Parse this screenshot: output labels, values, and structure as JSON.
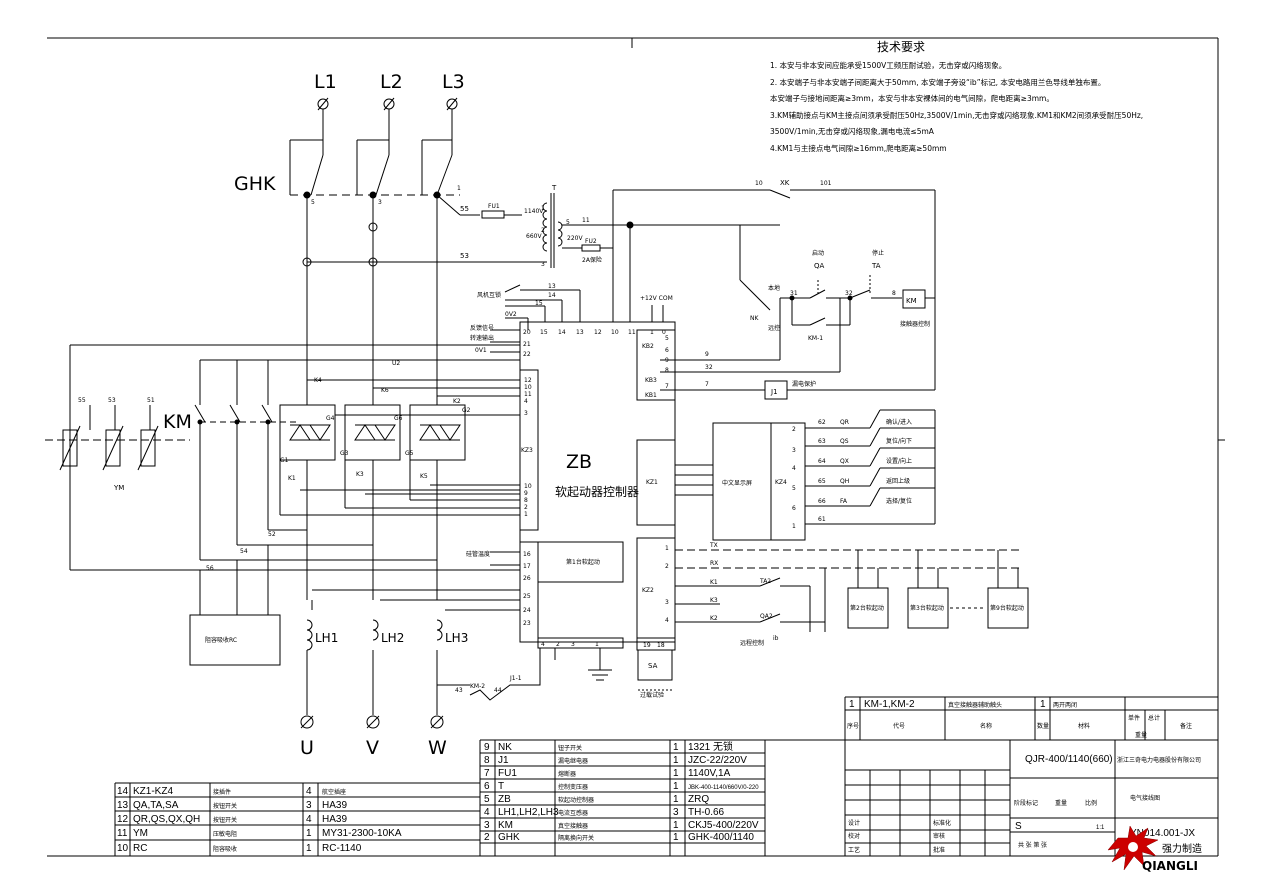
{
  "requirements": {
    "title": "技术要求",
    "lines": [
      "1. 本安与非本安间应能承受1500V工频压耐试验，无击穿或闪络现象。",
      "2. 本安端子与非本安端子间距离大于50mm, 本安端子旁设“ib”标记, 本安电路用兰色导线单独布置。",
      "本安端子与接地间距离≥3mm，本安与非本安裸体间的电气间隙，爬电距离≥3mm。",
      "3.KM辅助接点与KM主接点间须承受耐压50Hz,3500V/1min,无击穿或闪络现象.KM1和KM2间须承受耐压50Hz,",
      "3500V/1min,无击穿或闪络现象,漏电电流≤5mA",
      "4.KM1与主接点电气间隙≥16mm,爬电距离≥50mm"
    ]
  },
  "power": {
    "l1": "L1",
    "l2": "L2",
    "l3": "L3",
    "ghk": "GHK",
    "u": "U",
    "v": "V",
    "w": "W",
    "ghk_t5": "5",
    "ghk_t3": "3",
    "ghk_t1": "1"
  },
  "transformer": {
    "t": "T",
    "v1140": "1140V",
    "v660": "660V",
    "v220": "220V",
    "fuse2a": "2A保险",
    "fu1": "FU1",
    "fu2": "FU2",
    "w55": "55",
    "w53": "53",
    "w11": "11",
    "w5": "5",
    "p1": "1",
    "p2": "2",
    "p3": "3"
  },
  "wires": {
    "w55": "55",
    "w53": "53",
    "w51": "51",
    "w52": "52",
    "w54": "54",
    "w56": "56",
    "w10": "10",
    "w101": "101",
    "w9": "9",
    "w32": "32",
    "w7": "7",
    "w43": "43",
    "w44": "44",
    "j1_1": "J1-1",
    "km2": "KM-2",
    "u2": "U2",
    "ov1": "0V1",
    "ov2": "0V2"
  },
  "main_circuit": {
    "km": "KM",
    "ym": "YM",
    "k1": "K1",
    "k2": "K2",
    "k3": "K3",
    "k4": "K4",
    "k5": "K5",
    "k6": "K6",
    "g1": "G1",
    "g2": "G2",
    "g3": "G3",
    "g4": "G4",
    "g5": "G5",
    "g6": "G6",
    "lh1": "LH1",
    "lh2": "LH2",
    "lh3": "LH3",
    "rc": "阻容吸收RC",
    "fan": "风机互锁",
    "feedback": "反馈信号",
    "transfer": "转速输出",
    "temp": "硅管温度"
  },
  "controller": {
    "zb": "ZB",
    "name": "软起动器控制器",
    "kz3": "KZ3",
    "kz1": "KZ1",
    "kz2": "KZ2",
    "kz4": "KZ4",
    "kb1": "KB1",
    "kb2": "KB2",
    "kb3": "KB3",
    "v12": "+12V COM",
    "station1": "第1台软起动",
    "display": "中文显示屏",
    "top_pins": [
      "20",
      "15",
      "14",
      "13",
      "12",
      "10",
      "11",
      "1",
      "0"
    ],
    "left_pins_top": [
      "21",
      "22"
    ],
    "left_pins_kz3": [
      "12",
      "10",
      "11",
      "4",
      "3"
    ],
    "left_pins_mid": [
      "10",
      "9",
      "8",
      "2",
      "1"
    ],
    "left_pins_low": [
      "16",
      "17",
      "26",
      "25",
      "24",
      "23"
    ],
    "bottom_pins": [
      "4",
      "2",
      "3",
      "1"
    ],
    "sa_pins": [
      "19",
      "18"
    ],
    "sa": "SA",
    "sa_label": "过载试验",
    "kb_pins": [
      "5",
      "6",
      "8",
      "9",
      "7"
    ],
    "kz2_pins": [
      "1",
      "2",
      "3",
      "4"
    ],
    "kz4_pins": [
      "2",
      "3",
      "4",
      "5",
      "6",
      "1"
    ]
  },
  "control": {
    "xk": "XK",
    "qa": "QA",
    "ta": "TA",
    "qa_label": "启动",
    "ta_label": "停止",
    "km": "KM",
    "km1": "KM-1",
    "nk": "NK",
    "j1": "J1",
    "j1_label": "漏电保护",
    "p31": "31",
    "p32": "32",
    "p8": "8",
    "local": "本地",
    "remote": "远控",
    "main_ctrl": "接触器控制",
    "qa2": "QA2",
    "ta2": "TA2",
    "ib": "ib",
    "remote_ctrl": "远程控制"
  },
  "kz4_buttons": [
    {
      "num": "62",
      "code": "QR",
      "text": "确认/进入"
    },
    {
      "num": "63",
      "code": "QS",
      "text": "复位/向下"
    },
    {
      "num": "64",
      "code": "QX",
      "text": "设置/向上"
    },
    {
      "num": "65",
      "code": "QH",
      "text": "返回上级"
    },
    {
      "num": "66",
      "code": "FA",
      "text": "选择/复位"
    },
    {
      "num": "61",
      "code": "",
      "text": ""
    }
  ],
  "comm": {
    "tx": "TX",
    "rx": "RX",
    "k1": "K1",
    "k3": "K3",
    "k2": "K2",
    "st2": "第2台软起动",
    "st3": "第3台软起动",
    "st9": "第9台软起动"
  },
  "bom_left": [
    {
      "no": "14",
      "code": "KZ1-KZ4",
      "name": "接插件",
      "qty": "4",
      "spec": "航空插座"
    },
    {
      "no": "13",
      "code": "QA,TA,SA",
      "name": "按钮开关",
      "qty": "3",
      "spec": "HA39"
    },
    {
      "no": "12",
      "code": "QR,QS,QX,QH",
      "name": "按钮开关",
      "qty": "4",
      "spec": "HA39"
    },
    {
      "no": "11",
      "code": "YM",
      "name": "压敏电阻",
      "qty": "1",
      "spec": "MY31-2300-10KA"
    },
    {
      "no": "10",
      "code": "RC",
      "name": "阻容吸收",
      "qty": "1",
      "spec": "RC-1140"
    }
  ],
  "bom_right": [
    {
      "no": "9",
      "code": "NK",
      "name": "钮子开关",
      "qty": "1",
      "spec": "1321 无锁"
    },
    {
      "no": "8",
      "code": "J1",
      "name": "漏电继电器",
      "qty": "1",
      "spec": "JZC-22/220V"
    },
    {
      "no": "7",
      "code": "FU1",
      "name": "熔断器",
      "qty": "1",
      "spec": "1140V,1A"
    },
    {
      "no": "6",
      "code": "T",
      "name": "控制变压器",
      "qty": "1",
      "spec": "JBK-400-1140/660V/0-220"
    },
    {
      "no": "5",
      "code": "ZB",
      "name": "软起动控制器",
      "qty": "1",
      "spec": "ZRQ"
    },
    {
      "no": "4",
      "code": "LH1,LH2,LH3",
      "name": "电流互感器",
      "qty": "3",
      "spec": "TH-0.66"
    },
    {
      "no": "3",
      "code": "KM",
      "name": "真空接触器",
      "qty": "1",
      "spec": "CKJ5-400/220V"
    },
    {
      "no": "2",
      "code": "GHK",
      "name": "隔离换向开关",
      "qty": "1",
      "spec": "GHK-400/1140"
    }
  ],
  "title_block": {
    "row1_no": "1",
    "row1_code": "KM-1,KM-2",
    "row1_name": "真空接触器辅助触头",
    "row1_qty": "1",
    "row1_note": "两开两闭",
    "h_no": "序号",
    "h_code": "代号",
    "h_name": "名称",
    "h_qty": "数量",
    "h_mat": "材料",
    "h_single": "单件",
    "h_total": "总计",
    "h_weight": "重量",
    "h_note": "备注",
    "model": "QJR-400/1140(660)",
    "company": "浙江三奇电力电器股份有限公司",
    "drawing": "电气接线图",
    "number": "YN014.001-JX",
    "scale": "1:1",
    "s": "S",
    "stage": "阶段标记",
    "weight": "重量",
    "ratio": "比例",
    "design": "设计",
    "check": "校对",
    "std": "标准化",
    "process": "工艺",
    "approve": "批准",
    "audit": "审核",
    "sheet": "共  张  第  张",
    "logo_cn": "强力制造",
    "logo_en": "QIANGLI"
  }
}
